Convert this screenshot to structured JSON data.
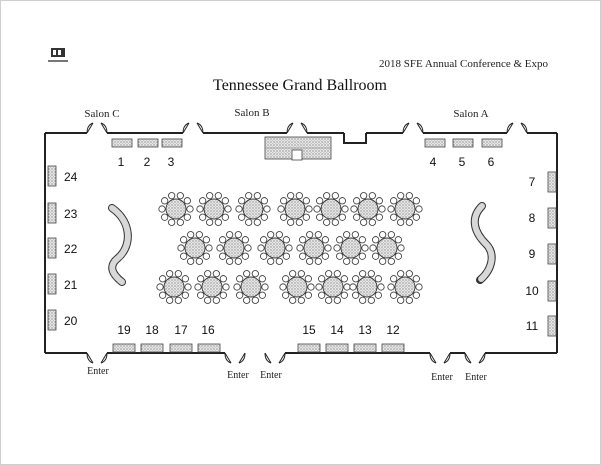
{
  "header": {
    "event_title": "2018 SFE Annual Conference & Expo",
    "room_title": "Tennessee Grand Ballroom",
    "logo_icon": "venue-logo-icon"
  },
  "salons": [
    "Salon C",
    "Salon B",
    "Salon A"
  ],
  "entrances": [
    "Enter",
    "Enter",
    "Enter",
    "Enter",
    "Enter"
  ],
  "booths": {
    "top": [
      "1",
      "2",
      "3",
      "4",
      "5",
      "6"
    ],
    "right": [
      "7",
      "8",
      "9",
      "10",
      "11"
    ],
    "bottom_right": [
      "15",
      "14",
      "13",
      "12"
    ],
    "bottom_left": [
      "19",
      "18",
      "17",
      "16"
    ],
    "left": [
      "24",
      "23",
      "22",
      "21",
      "20"
    ]
  },
  "tables": {
    "row1": 7,
    "row2": 6,
    "row3": 7
  },
  "colors": {
    "ink": "#222222",
    "fill": "#cccccc"
  }
}
